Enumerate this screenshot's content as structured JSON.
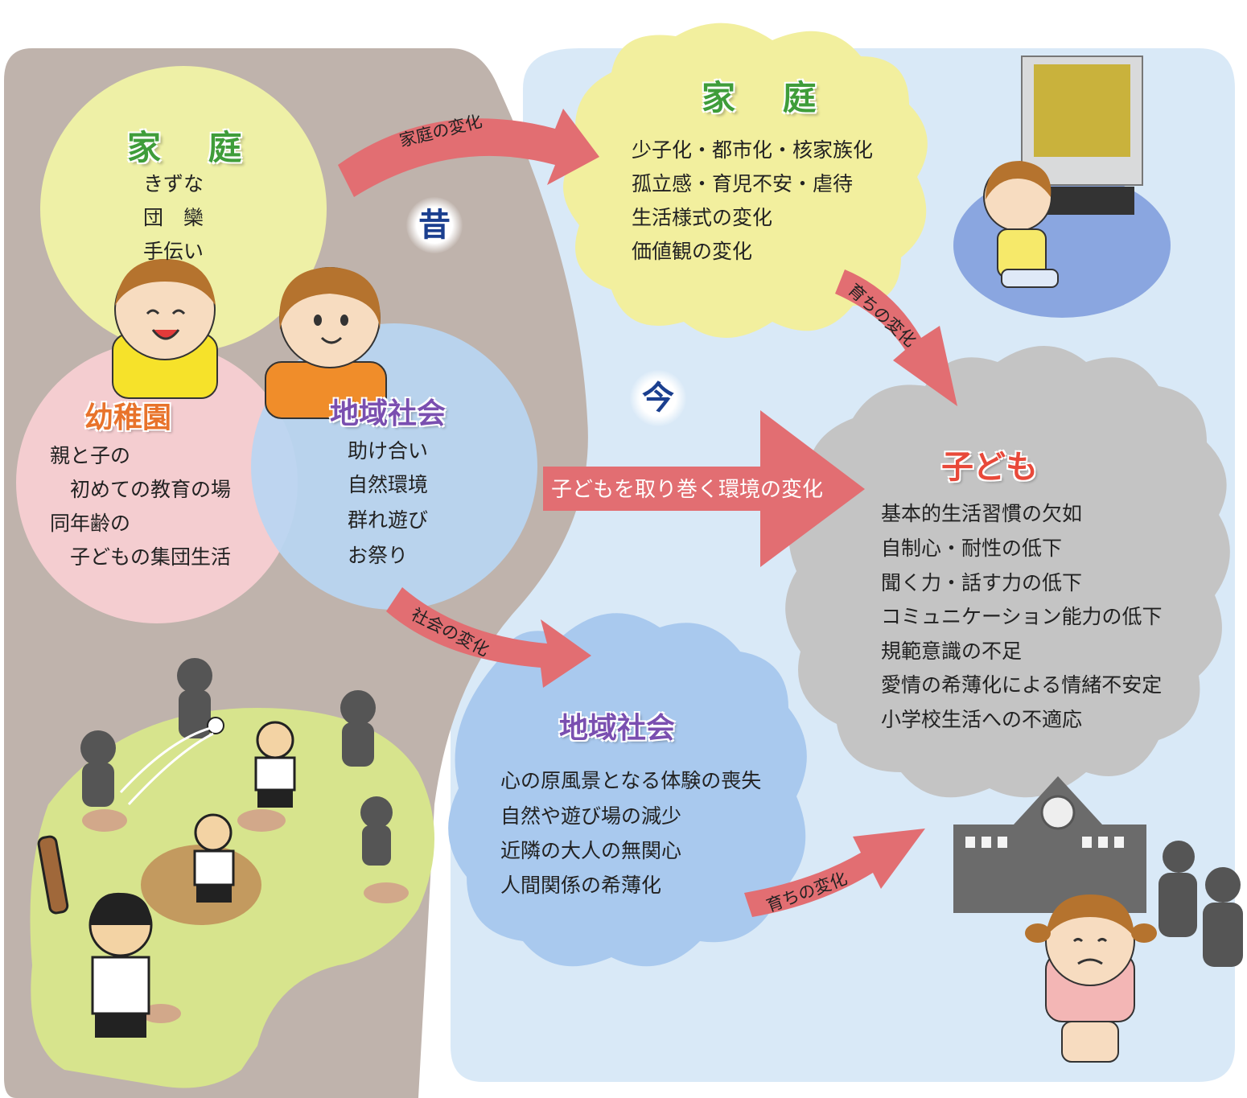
{
  "colors": {
    "past_bg": "#bfb3ac",
    "now_bg": "#d9e9f7",
    "home_circle": "#eef0a6",
    "kinder_circle": "#f4cdd0",
    "community_circle": "#b9d6f2",
    "arrow": "#e26e72",
    "child_cloud": "#c4c4c4",
    "green_field": "#d7e48d"
  },
  "past": {
    "era": "昔",
    "home": {
      "title": "家 庭",
      "items": [
        "きずな",
        "団　欒",
        "手伝い"
      ]
    },
    "kindergarten": {
      "title": "幼稚園",
      "items": [
        "親と子の",
        "　初めての教育の場",
        "同年齢の",
        "　子どもの集団生活"
      ]
    },
    "community": {
      "title": "地域社会",
      "items": [
        "助け合い",
        "自然環境",
        "群れ遊び",
        "お祭り"
      ]
    }
  },
  "now": {
    "era": "今",
    "home": {
      "title": "家 庭",
      "items": [
        "少子化・都市化・核家族化",
        "孤立感・育児不安・虐待",
        "生活様式の変化",
        "価値観の変化"
      ]
    },
    "community": {
      "title": "地域社会",
      "items": [
        "心の原風景となる体験の喪失",
        "自然や遊び場の減少",
        "近隣の大人の無関心",
        "人間関係の希薄化"
      ]
    },
    "child": {
      "title": "子ども",
      "items": [
        "基本的生活習慣の欠如",
        "自制心・耐性の低下",
        "聞く力・話す力の低下",
        "コミュニケーション能力の低下",
        "規範意識の不足",
        "愛情の希薄化による情緒不安定",
        "小学校生活への不適応"
      ]
    }
  },
  "arrows": {
    "home_change": "家庭の変化",
    "society_change": "社会の変化",
    "environment_change": "子どもを取り巻く環境の変化",
    "growth_change_top": "育ちの変化",
    "growth_change_bottom": "育ちの変化"
  }
}
